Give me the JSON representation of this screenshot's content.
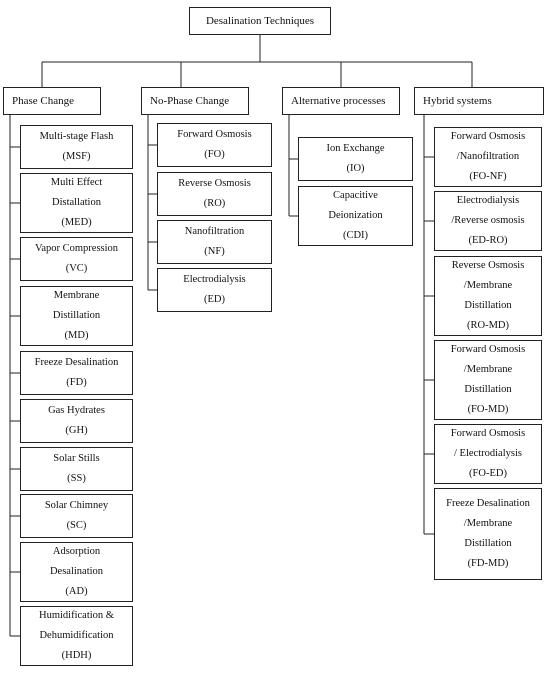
{
  "root": {
    "label": "Desalination Techniques"
  },
  "categories": [
    {
      "label": "Phase Change",
      "items": [
        "Multi-stage Flash\n(MSF)",
        "Multi Effect\nDistallation\n(MED)",
        "Vapor Compression\n(VC)",
        "Membrane\nDistillation\n(MD)",
        "Freeze Desalination\n(FD)",
        "Gas Hydrates\n(GH)",
        "Solar Stills\n(SS)",
        "Solar Chimney\n(SC)",
        "Adsorption\nDesalination\n(AD)",
        "Humidification &\nDehumidification\n(HDH)"
      ]
    },
    {
      "label": "No-Phase Change",
      "items": [
        "Forward Osmosis\n(FO)",
        "Reverse Osmosis\n(RO)",
        "Nanofiltration\n(NF)",
        "Electrodialysis\n(ED)"
      ]
    },
    {
      "label": "Alternative processes",
      "items": [
        "Ion Exchange\n(IO)",
        "Capacitive\nDeionization\n(CDI)"
      ]
    },
    {
      "label": "Hybrid systems",
      "items": [
        "Forward Osmosis\n/Nanofiltration\n(FO-NF)",
        "Electrodialysis\n/Reverse osmosis\n(ED-RO)",
        "Reverse Osmosis\n/Membrane\nDistillation\n(RO-MD)",
        "Forward Osmosis\n/Membrane\nDistillation\n(FO-MD)",
        "Forward Osmosis\n/ Electrodialysis\n(FO-ED)",
        "Freeze Desalination\n/Membrane\nDistillation\n(FD-MD)"
      ]
    }
  ]
}
